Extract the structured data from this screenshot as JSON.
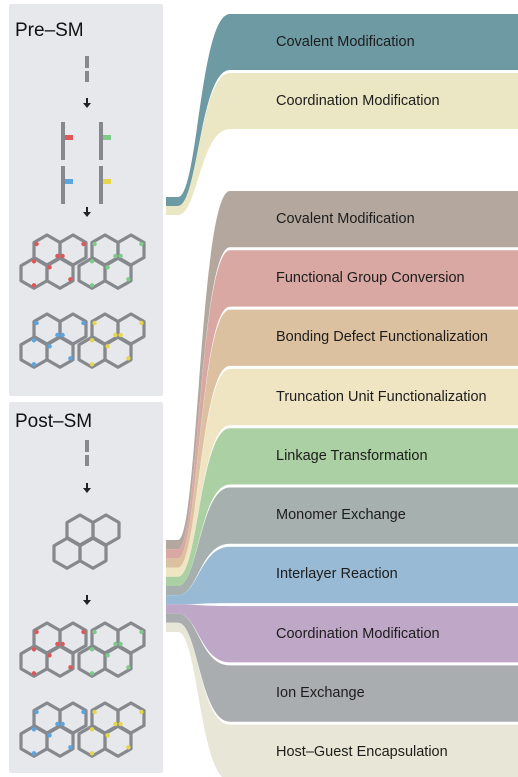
{
  "pre": {
    "title": "Pre–SM",
    "colors": [
      "#e0575a",
      "#7ecb8a",
      "#5aa6e2",
      "#e6d64a"
    ]
  },
  "post": {
    "title": "Post–SM",
    "colors": [
      "#e0575a",
      "#7ecb8a",
      "#5aa6e2",
      "#e6d64a"
    ]
  },
  "pre_methods": [
    {
      "label": "Covalent Modification",
      "color": "#6e9aa4"
    },
    {
      "label": "Coordination Modification",
      "color": "#ebe6c3"
    }
  ],
  "post_methods": [
    {
      "label": "Covalent Modification",
      "color": "#b4a89e"
    },
    {
      "label": "Functional Group Conversion",
      "color": "#d9a8a2"
    },
    {
      "label": "Bonding Defect Functionalization",
      "color": "#dcc1a0"
    },
    {
      "label": "Truncation Unit Functionalization",
      "color": "#efe5c3"
    },
    {
      "label": "Linkage Transformation",
      "color": "#abd0a3"
    },
    {
      "label": "Monomer Exchange",
      "color": "#a6b0ae"
    },
    {
      "label": "Interlayer Reaction",
      "color": "#98bad4"
    },
    {
      "label": "Coordination Modification",
      "color": "#bfa7c7"
    },
    {
      "label": "Ion Exchange",
      "color": "#a9adb0"
    },
    {
      "label": "Host–Guest Encapsulation",
      "color": "#e8e6d6"
    }
  ]
}
